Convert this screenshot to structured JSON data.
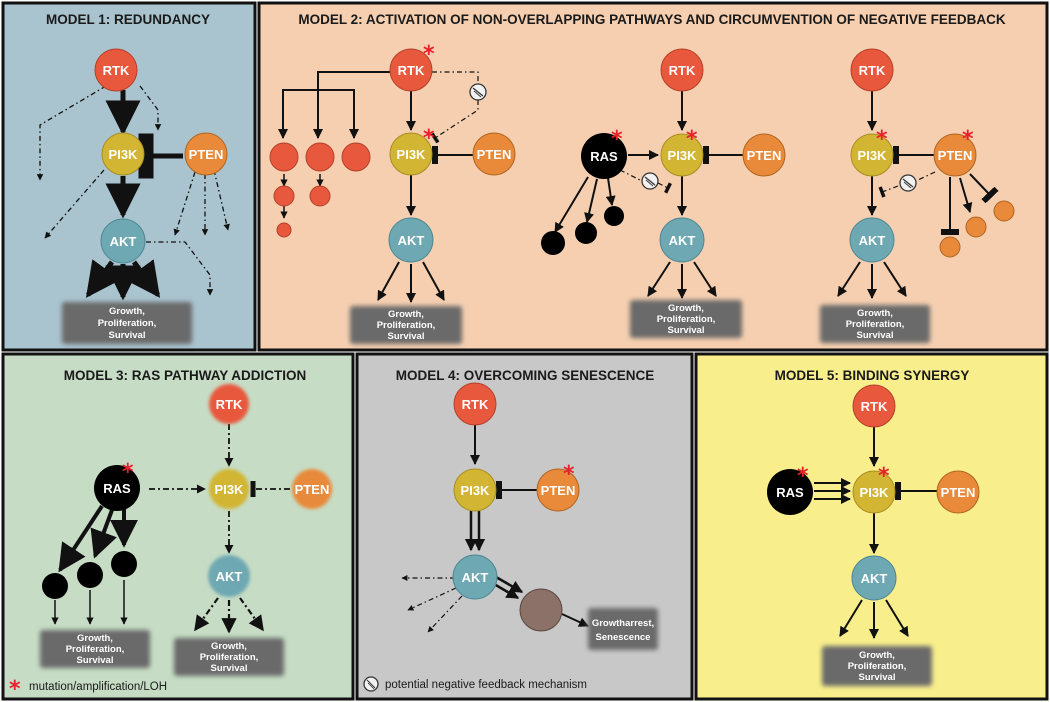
{
  "colors": {
    "model1_bg": "#a9c3cf",
    "model2_bg": "#f5cfb0",
    "model3_bg": "#c6dcc4",
    "model4_bg": "#c8c8c8",
    "model5_bg": "#f8ee8c",
    "rtk": "#e8583c",
    "pi3k": "#d2b532",
    "pten": "#e88a3a",
    "akt": "#6ea8b2",
    "ras": "#000000",
    "brown": "#8b7168",
    "output_box": "#6b6b6b",
    "star": "#e8202a"
  },
  "models": {
    "m1": {
      "title": "MODEL 1: REDUNDANCY"
    },
    "m2": {
      "title": "MODEL 2: ACTIVATION OF NON-OVERLAPPING PATHWAYS AND CIRCUMVENTION OF NEGATIVE FEEDBACK"
    },
    "m3": {
      "title": "MODEL 3: RAS PATHWAY ADDICTION"
    },
    "m4": {
      "title": "MODEL 4: OVERCOMING SENESCENCE"
    },
    "m5": {
      "title": "MODEL 5: BINDING SYNERGY"
    }
  },
  "nodes": {
    "rtk": "RTK",
    "pi3k": "PI3K",
    "pten": "PTEN",
    "akt": "AKT",
    "ras": "RAS"
  },
  "outputs": {
    "growth_line1": "Growth,",
    "growth_line2": "Proliferation,",
    "growth_line3": "Survival",
    "arrest_line1": "Growtharrest,",
    "arrest_line2": "Senescence"
  },
  "legend": {
    "star_symbol": "*",
    "star_text": "mutation/amplification/LOH",
    "feedback_text": "potential negative feedback mechanism"
  },
  "icons": {
    "feedback": "prohibition-circle-icon",
    "mutation": "red-asterisk-icon"
  }
}
